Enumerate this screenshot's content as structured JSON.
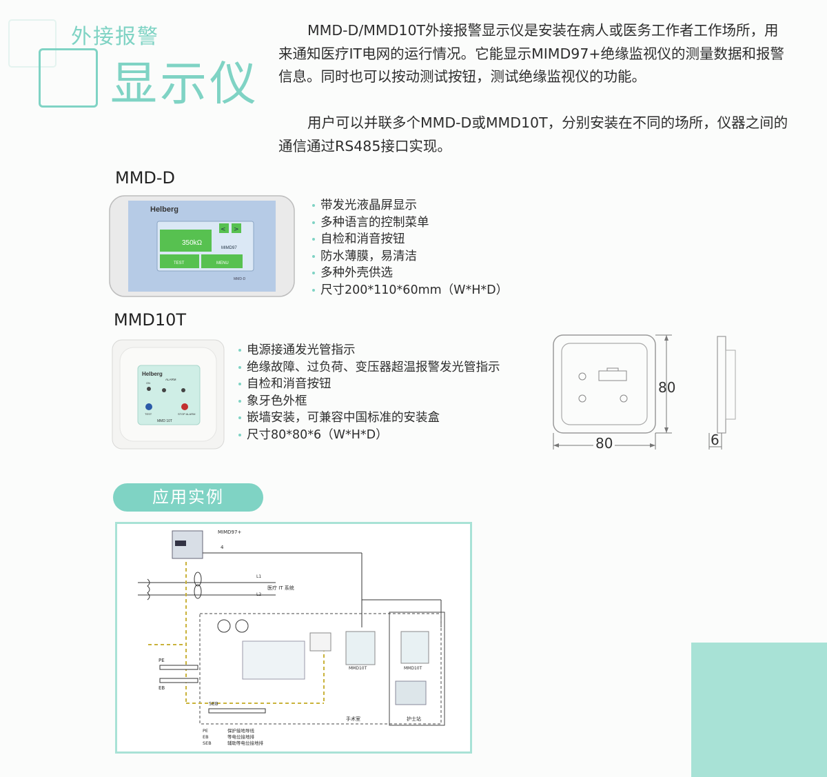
{
  "header": {
    "title_small": "外接报警",
    "title_big": "显示仪"
  },
  "intro": {
    "p1": "MMD-D/MMD10T外接报警显示仪是安装在病人或医务工作者工作场所，用来通知医疗IT电网的运行情况。它能显示MIMD97+绝缘监视仪的测量数据和报警信息。同时也可以按动测试按钮，测试绝缘监视仪的功能。",
    "p2": "用户可以并联多个MMD-D或MMD10T，分别安装在不同的场所，仪器之间的通信通过RS485接口实现。"
  },
  "mmd_d": {
    "name": "MMD-D",
    "device": {
      "brand": "Helberg",
      "reading": "350kΩ",
      "model": "MIMD97",
      "btn_test": "TEST",
      "btn_menu": "MENU",
      "tag": "MMD-D"
    },
    "features": [
      "带发光液晶屏显示",
      "多种语言的控制菜单",
      "自检和消音按钮",
      "防水薄膜，易清洁",
      "多种外壳供选",
      "尺寸200*110*60mm（W*H*D）"
    ]
  },
  "mmd10t": {
    "name": "MMD10T",
    "device": {
      "brand": "Helberg",
      "alarm": "ALARM",
      "on": "ON",
      "test": "TEST",
      "stop": "STOP ALARM",
      "model": "MMD 10T"
    },
    "features": [
      "电源接通发光管指示",
      "绝缘故障、过负荷、变压器超温报警发光管指示",
      "自检和消音按钮",
      "象牙色外框",
      "嵌墙安装，可兼容中国标准的安装盒",
      "尺寸80*80*6（W*H*D）"
    ],
    "dims": {
      "height": "80",
      "width": "80",
      "depth": "6"
    }
  },
  "application": {
    "heading": "应用实例",
    "diagram": {
      "mimd": "MIMD97+",
      "system": "医疗 IT 系统",
      "l1": "L1",
      "l2": "L2",
      "four": "4",
      "pe": "PE",
      "eb": "EB",
      "seb": "SEB",
      "mmd10t_a": "MMD10T",
      "mmd10t_b": "MMD10T",
      "room_a": "手术室",
      "room_b": "护士站",
      "legend": [
        {
          "code": "PE",
          "text": "保护接地导线"
        },
        {
          "code": "EB",
          "text": "等电位接地排"
        },
        {
          "code": "SEB",
          "text": "辅助等电位接地排"
        }
      ]
    }
  },
  "colors": {
    "accent": "#7fd3c4",
    "accent_light": "#a8e2d6"
  }
}
